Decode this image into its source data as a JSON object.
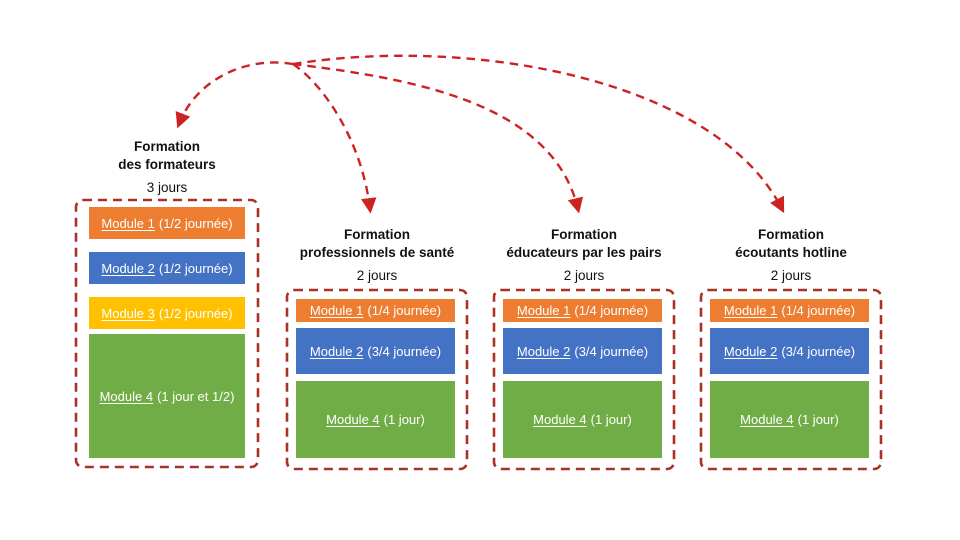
{
  "diagram": {
    "colors": {
      "module1_orange": "#ED7D31",
      "module2_blue": "#4472C4",
      "module3_yellow": "#FFC000",
      "module4_green": "#70AD47",
      "arrow_red": "#CC2222",
      "box_border_red": "#A93226",
      "background": "#FFFFFF"
    },
    "columns": [
      {
        "title_line1": "Formation",
        "title_line2": "des formateurs",
        "duration": "3 jours",
        "modules": [
          {
            "name": "Module 1",
            "detail": "(1/2 journée)"
          },
          {
            "name": "Module 2",
            "detail": "(1/2 journée)"
          },
          {
            "name": "Module 3",
            "detail": "(1/2 journée)"
          },
          {
            "name": "Module 4",
            "detail": "(1 jour et 1/2)"
          }
        ]
      },
      {
        "title_line1": "Formation",
        "title_line2": "professionnels de santé",
        "duration": "2 jours",
        "modules": [
          {
            "name": "Module 1",
            "detail": "(1/4 journée)"
          },
          {
            "name": "Module 2",
            "detail": "(3/4 journée)"
          },
          {
            "name": "Module 4",
            "detail": "(1 jour)"
          }
        ]
      },
      {
        "title_line1": "Formation",
        "title_line2": "éducateurs par les pairs",
        "duration": "2 jours",
        "modules": [
          {
            "name": "Module 1",
            "detail": "(1/4 journée)"
          },
          {
            "name": "Module 2",
            "detail": "(3/4 journée)"
          },
          {
            "name": "Module 4",
            "detail": "(1 jour)"
          }
        ]
      },
      {
        "title_line1": "Formation",
        "title_line2": "écoutants hotline",
        "duration": "2 jours",
        "modules": [
          {
            "name": "Module 1",
            "detail": "(1/4 journée)"
          },
          {
            "name": "Module 2",
            "detail": "(3/4 journée)"
          },
          {
            "name": "Module 4",
            "detail": "(1 jour)"
          }
        ]
      }
    ]
  }
}
